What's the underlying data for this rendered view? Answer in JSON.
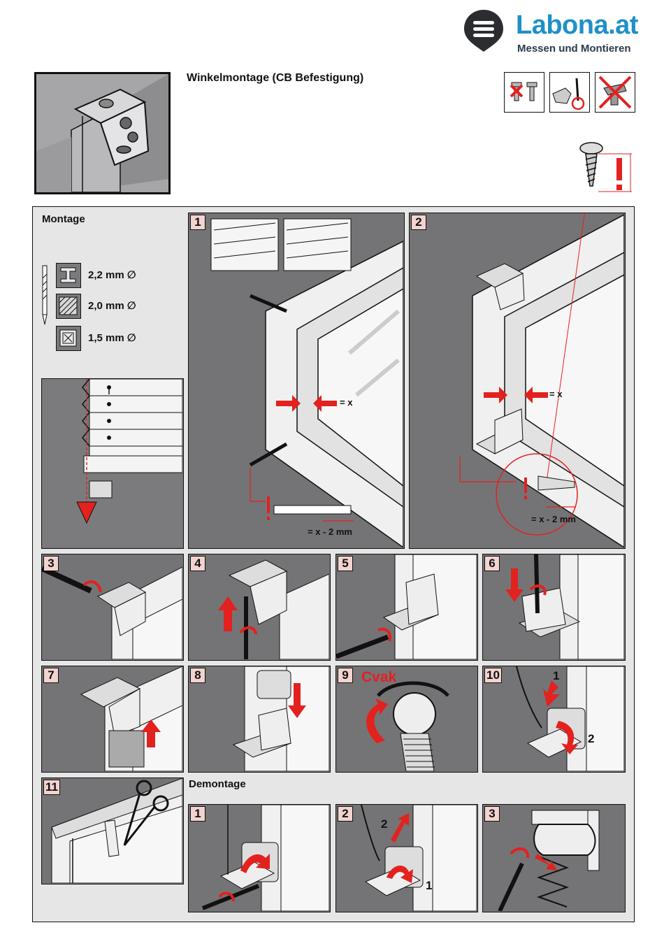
{
  "header": {
    "brand": "Labona.at",
    "tagline": "Messen und Montieren",
    "title": "Winkelmontage (CB Befestigung)"
  },
  "colors": {
    "brand_blue": "#1e90c8",
    "warning_red": "#e3211e",
    "panel_bg": "#e6e6e7",
    "illustration_gray": "#747476",
    "step_badge": "#f3d3cf"
  },
  "icons": [
    "logo-pin-icon",
    "no-screw-type-icon",
    "screwdriver-only-icon",
    "no-power-drill-icon",
    "screw-warning-icon",
    "drill-bit-icon",
    "steel-profile-icon",
    "wood-icon",
    "plastic-profile-icon",
    "plumb-line-icon"
  ],
  "montage": {
    "title": "Montage",
    "drill_sizes": [
      {
        "material": "steel",
        "size": "2,2 mm ∅"
      },
      {
        "material": "wood",
        "size": "2,0 mm ∅"
      },
      {
        "material": "plastic",
        "size": "1,5 mm ∅"
      }
    ],
    "steps": [
      {
        "number": "1",
        "labels": [
          "= x",
          "= x - 2 mm"
        ]
      },
      {
        "number": "2",
        "labels": [
          "= x",
          "= x - 2 mm"
        ]
      },
      {
        "number": "3"
      },
      {
        "number": "4"
      },
      {
        "number": "5"
      },
      {
        "number": "6"
      },
      {
        "number": "7"
      },
      {
        "number": "8"
      },
      {
        "number": "9",
        "labels": [
          "Cvak"
        ]
      },
      {
        "number": "10",
        "labels": [
          "1",
          "2"
        ]
      },
      {
        "number": "11"
      }
    ]
  },
  "demontage": {
    "title": "Demontage",
    "steps": [
      {
        "number": "1"
      },
      {
        "number": "2",
        "labels": [
          "2",
          "1"
        ]
      },
      {
        "number": "3"
      }
    ]
  }
}
